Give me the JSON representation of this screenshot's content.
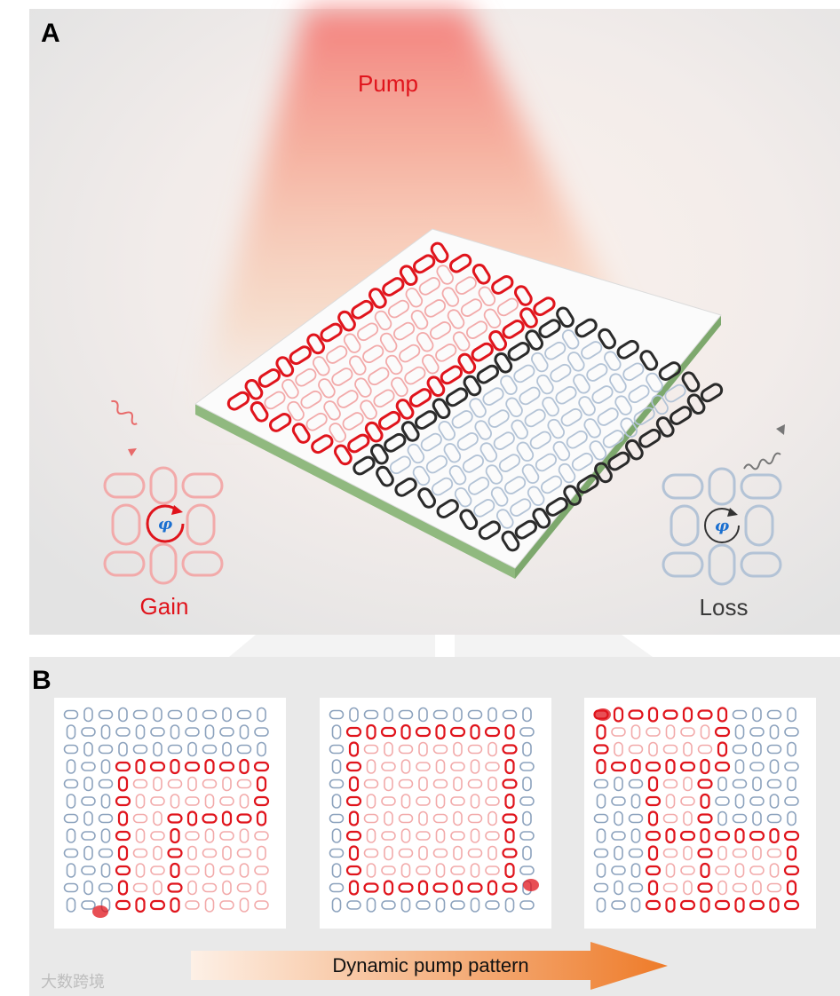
{
  "panel_a": {
    "letter": "A",
    "pump_label": "Pump",
    "gain_label": "Gain",
    "loss_label": "Loss",
    "phase_symbol": "φ"
  },
  "panel_b": {
    "letter": "B",
    "arrow_label": "Dynamic pump pattern",
    "lattices": [
      {
        "id": "lattice-1"
      },
      {
        "id": "lattice-2"
      },
      {
        "id": "lattice-3"
      }
    ]
  },
  "watermark": "大数跨境",
  "colors": {
    "gain_ring": "#e0141c",
    "gain_ring_light": "#f2aaaa",
    "loss_ring": "#8ca2bd",
    "loss_ring_light": "#b3c3d6",
    "edge_dark": "#2a2a2a",
    "substrate_edge": "#8fb87e",
    "pump_beam": "#f26a6a",
    "arrow_start": "#fbe7d9",
    "arrow_end": "#ef7f2e"
  }
}
